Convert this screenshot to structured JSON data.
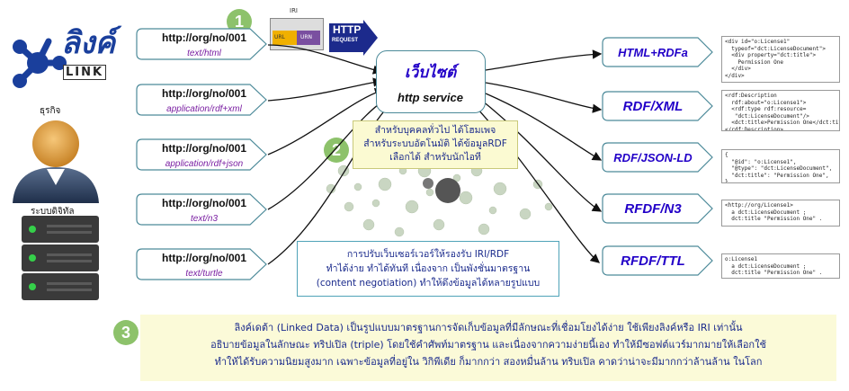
{
  "logo": {
    "title": "ลิงค์",
    "wordmark": "LINK"
  },
  "actors": {
    "person_label": "ธุรกิจ",
    "server_label": "ระบบดิจิทัล"
  },
  "steps": [
    "1",
    "2",
    "3"
  ],
  "iri_diagram": {
    "title": "IRI",
    "url": "URL",
    "urn": "URN"
  },
  "http_request": {
    "line1": "HTTP",
    "line2": "REQUEST"
  },
  "requests": [
    {
      "url": "http://org/no/001",
      "type": "text/html"
    },
    {
      "url": "http://org/no/001",
      "type": "application/rdf+xml"
    },
    {
      "url": "http://org/no/001",
      "type": "application/rdf+json"
    },
    {
      "url": "http://org/no/001",
      "type": "text/n3"
    },
    {
      "url": "http://org/no/001",
      "type": "text/turtle"
    }
  ],
  "service": {
    "title": "เว็บไซต์",
    "subtitle": "http service"
  },
  "outputs": [
    {
      "label": "HTML+RDFa",
      "code": "<div id=\"o:License1\"\n  typeof=\"dct:LicenseDocument\">\n  <div property=\"dct:title\">\n    Permission One\n  </div>\n</div>"
    },
    {
      "label": "RDF/XML",
      "code": "<rdf:Description\n  rdf:about=\"o:License1\">\n  <rdf:type rdf:resource=\n   \"dct:LicenseDocument\"/>\n  <dct:title>Permission One</dct:title>\n</rdf:Description>"
    },
    {
      "label": "RDF/JSON-LD",
      "code": "{\n  \"@id\": \"o:License1\",\n  \"@type\": \"dct:LicenseDocument\",\n  \"dct:title\": \"Permission One\",\n}"
    },
    {
      "label": "RFDF/N3",
      "code": "<http://org/License1>\n  a dct:LicenseDocument ;\n  dct:title \"Permission One\" ."
    },
    {
      "label": "RFDF/TTL",
      "code": "o:License1\n  a dct:LicenseDocument ;\n  dct:title \"Permission One\" ."
    }
  ],
  "note_top": {
    "line1": "สำหรับบุคคลทั่วไป ได้โฮมเพจ",
    "line2": "สำหรับระบบอัตโนมัติ ได้ข้อมูลRDF",
    "line3": "เลือกได้ สำหรับนักไอที"
  },
  "note_middle": {
    "line1": "การปรับเว็บเซอร์เวอร์ให้รองรับ IRI/RDF",
    "line2": "ทำได้ง่าย ทำได้ทันที เนื่องจาก เป็นพังชั่นมาตรฐาน",
    "line3": "(content negotiation) ทำให้ดึงข้อมูลได้หลายรูปแบบ"
  },
  "note_bottom": {
    "line1": "ลิงค์เดต้า (Linked Data) เป็นรูปแบบมาตรฐานการจัดเก็บข้อมูลที่มีลักษณะที่เชื่อมโยงได้ง่าย ใช้เพียงลิงค์หรือ IRI เท่านั้น",
    "line2": "อธิบายข้อมูลในลักษณะ ทริปเปิล (triple) โดยใช้คำศัพท์มาตรฐาน และเนื่องจากความง่ายนี้เอง ทำให้มีซอฟต์แวร์มากมายให้เลือกใช้",
    "line3": "ทำให้ได้รับความนิยมสูงมาก เฉพาะข้อมูลที่อยู่ใน วิกิพีเดีย ก็มากกว่า สองหมื่นล้าน ทริบเปิล คาดว่าน่าจะมีมากกว่าล้านล้าน ในโลก"
  },
  "colors": {
    "accent_text": "#2200c8",
    "request_type": "#7a1fa2",
    "step_circle": "#8dc26b",
    "note_text": "#1a2a8c"
  }
}
